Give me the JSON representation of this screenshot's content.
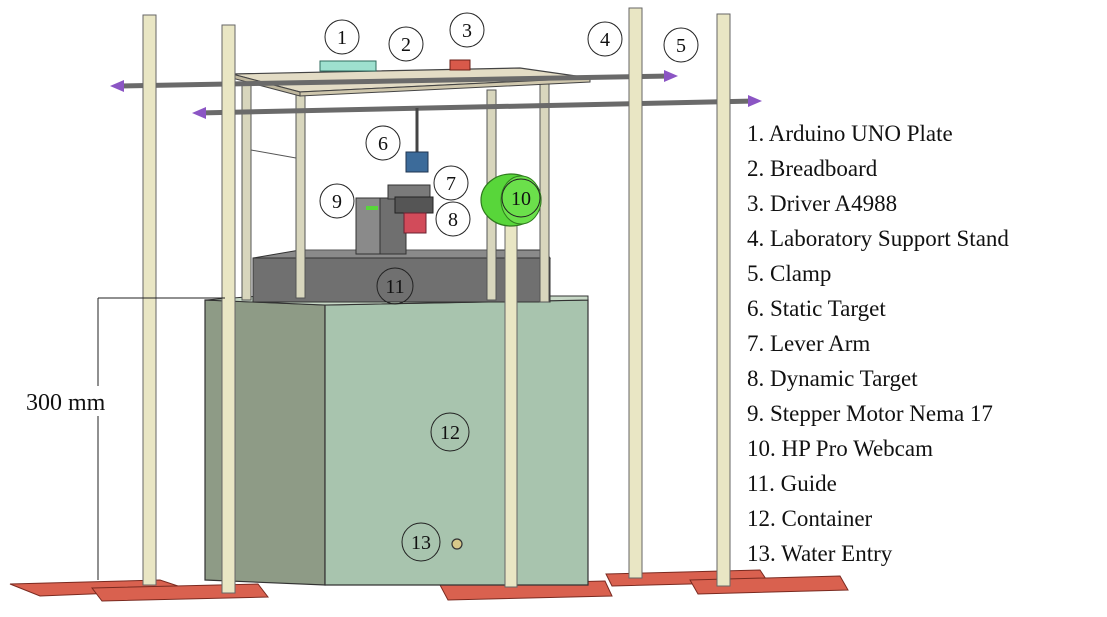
{
  "callouts": [
    {
      "id": "1",
      "num": "1"
    },
    {
      "id": "2",
      "num": "2"
    },
    {
      "id": "3",
      "num": "3"
    },
    {
      "id": "4",
      "num": "4"
    },
    {
      "id": "5",
      "num": "5"
    },
    {
      "id": "6",
      "num": "6"
    },
    {
      "id": "7",
      "num": "7"
    },
    {
      "id": "8",
      "num": "8"
    },
    {
      "id": "9",
      "num": "9"
    },
    {
      "id": "10",
      "num": "10"
    },
    {
      "id": "11",
      "num": "11"
    },
    {
      "id": "12",
      "num": "12"
    },
    {
      "id": "13",
      "num": "13"
    }
  ],
  "legend": [
    "1. Arduino UNO Plate",
    "2. Breadboard",
    "3. Driver A4988",
    "4. Laboratory Support Stand",
    "5. Clamp",
    "6. Static Target",
    "7. Lever Arm",
    "8. Dynamic Target",
    "9. Stepper Motor Nema 17",
    "10. HP Pro Webcam",
    "11. Guide",
    "12. Container",
    "13. Water Entry"
  ],
  "dimension": {
    "label": "300 mm"
  },
  "colors": {
    "pole": "#e9e6c4",
    "base": "#d9614f",
    "container_front": "#a8c4ae",
    "container_side": "#8e9b86",
    "guide": "#707070",
    "webcam": "#58d63a",
    "target": "#3c6b9a",
    "dynamic_target": "#d24b5a",
    "arduino": "#9ee0cf",
    "driver": "#d9594a",
    "clamp": "#8b55c4"
  }
}
